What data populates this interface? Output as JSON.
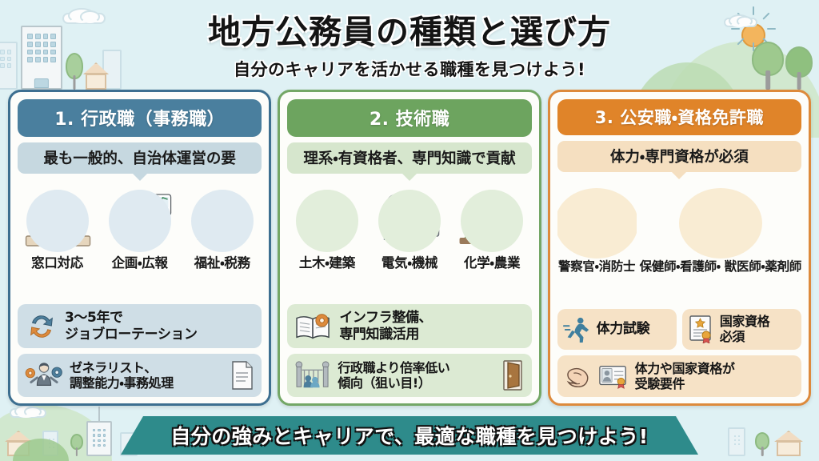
{
  "header": {
    "title": "地方公務員の種類と選び方",
    "subtitle": "自分のキャリアを活かせる職種を見つけよう!"
  },
  "colors": {
    "background": "#dff1f4",
    "panel_blue": "#4a7f9e",
    "panel_green": "#6da45f",
    "panel_orange": "#e08429",
    "footer_teal": "#2e8b8b",
    "card_background": "#fdfdfa"
  },
  "columns": [
    {
      "id": "administrative",
      "accent": "#4a7f9e",
      "header": "1. 行政職（事務職）",
      "subtitle": "最も一般的、自治体運営の要",
      "illustrations": [
        {
          "caption": "窓口対応",
          "icon": "reception-desk-worker-icon"
        },
        {
          "caption": "企画・広報",
          "icon": "planning-presenter-icon"
        },
        {
          "caption": "福祉・税務",
          "icon": "elderly-couple-icon"
        }
      ],
      "bullets": [
        {
          "text": "3〜5年で\nジョブローテーション",
          "icon": "rotation-arrows-icon",
          "trailing_icon": ""
        },
        {
          "text": "ゼネラリスト、\n調整能力・事務処理",
          "icon": "generalist-gears-person-icon",
          "trailing_icon": "document-icon"
        }
      ]
    },
    {
      "id": "technical",
      "accent": "#6da45f",
      "header": "2. 技術職",
      "subtitle": "理系・有資格者、専門知識で貢献",
      "illustrations": [
        {
          "caption": "土木・建築",
          "icon": "civil-engineer-blueprint-icon"
        },
        {
          "caption": "電気・機械",
          "icon": "electrical-machine-technician-icon"
        },
        {
          "caption": "化学・農業",
          "icon": "agriculture-researcher-icon"
        }
      ],
      "bullets": [
        {
          "text": "インフラ整備、\n専門知識活用",
          "icon": "open-book-gear-icon",
          "trailing_icon": ""
        },
        {
          "text": "行政職より倍率低い\n傾向（狙い目!）",
          "icon": "gate-people-icon",
          "trailing_icon": "open-door-icon"
        }
      ]
    },
    {
      "id": "public-safety",
      "accent": "#e08429",
      "header": "3. 公安職・資格免許職",
      "subtitle": "体力・専門資格が必須",
      "illustrations": [
        {
          "caption": "警察官・消防士",
          "icon": "police-firefighter-icon"
        },
        {
          "caption": "保健師・看護師・\n獣医師・薬剤師",
          "icon": "nurse-pharmacist-icon"
        }
      ],
      "bullets_row": [
        {
          "text": "体力試験",
          "icon": "running-person-icon"
        },
        {
          "text": "国家資格\n必須",
          "icon": "certificate-icon"
        }
      ],
      "bullets": [
        {
          "text": "体力や国家資格が\n受験要件",
          "icon": "muscle-arm-icon",
          "trailing_icon": "id-card-icon"
        }
      ]
    }
  ],
  "footer": {
    "text": "自分の強みとキャリアで、最適な職種を見つけよう!"
  },
  "decorations": {
    "items": [
      "city-buildings",
      "clouds",
      "trees",
      "sun",
      "hills",
      "houses"
    ]
  }
}
